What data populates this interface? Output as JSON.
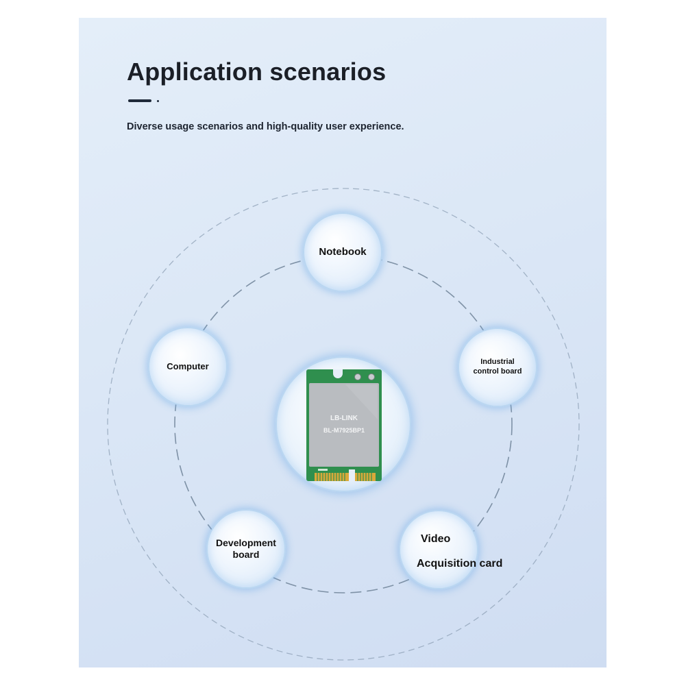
{
  "header": {
    "title": "Application scenarios",
    "subtitle": "Diverse usage scenarios and high-quality user experience."
  },
  "scenarios": {
    "notebook": "Notebook",
    "computer": "Computer",
    "industrial_line1": "Industrial",
    "industrial_line2": "control board",
    "development_line1": "Development",
    "development_line2": "board",
    "video_line1": "Video",
    "video_line2": "Acquisition card"
  },
  "module": {
    "brand": "LB-LINK",
    "model": "BL-M7925BP1"
  },
  "colors": {
    "panel_background": "#dbe7f6",
    "ring_dash": "#7f93ab",
    "pcb_green": "#2f8f4e",
    "shield_gray": "#b9bcc0",
    "gold_contacts": "#d9a93a"
  }
}
